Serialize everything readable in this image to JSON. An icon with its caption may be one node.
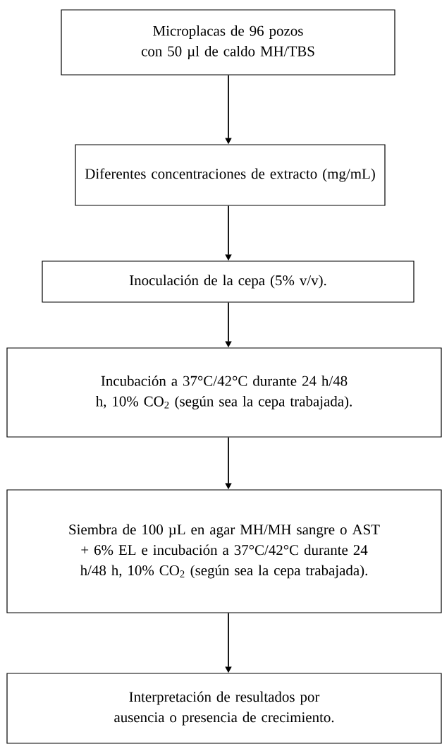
{
  "diagram": {
    "nodes": [
      {
        "text": [
          "Microplacas de 96 pozos con 50 µl de caldo MH/TBS"
        ]
      },
      {
        "text": [
          "Diferentes concentraciones de extracto (mg/mL)"
        ]
      },
      {
        "text": [
          "Inoculación de la cepa (5% v/v)."
        ]
      },
      {
        "text": [
          "Incubación a 37°C/42°C durante 24 h/48 h, 10% CO$_{2}$ (según sea la cepa trabajada)."
        ]
      },
      {
        "text": [
          "Siembra de 100 µL en agar MH/MH sangre o AST + 6% EL e incubación a 37°C/42°C durante 24 h/48 h, 10% CO$_{2}$ (según sea la cepa trabajada)."
        ]
      },
      {
        "text": [
          "Interpretación de resultados por ausencia o presencia de crecimiento."
        ]
      }
    ],
    "edges": [
      {
        "from": 0,
        "to": 1,
        "arrow": "to"
      },
      {
        "from": 1,
        "to": 2,
        "arrow": "to"
      },
      {
        "from": 2,
        "to": 3,
        "arrow": "to"
      },
      {
        "from": 3,
        "to": 4,
        "arrow": "to"
      },
      {
        "from": 4,
        "to": 5,
        "arrow": "to"
      }
    ]
  }
}
